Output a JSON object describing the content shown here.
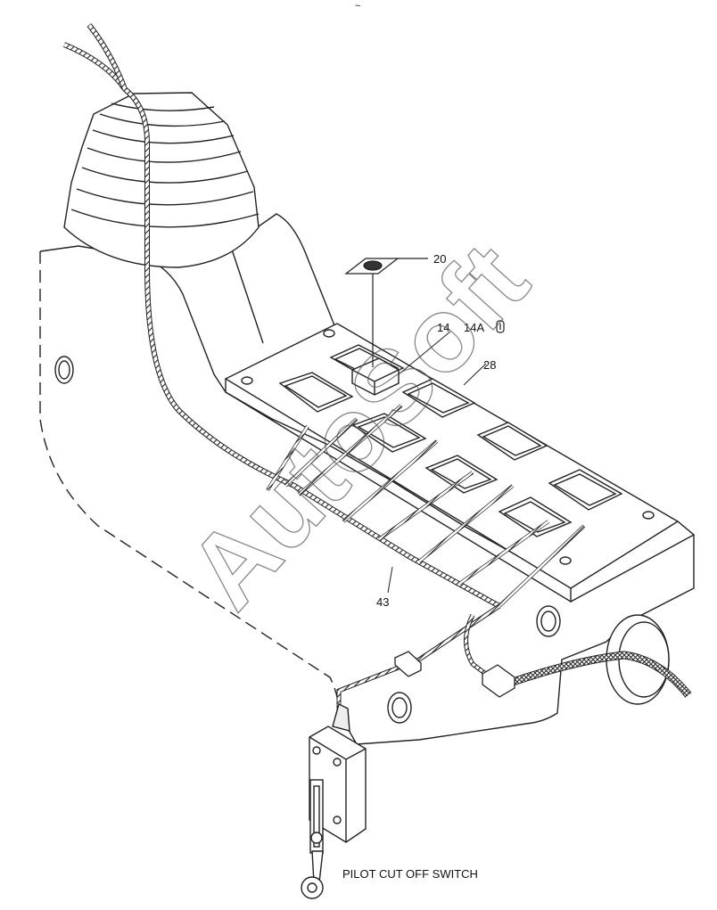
{
  "top_mark": "~",
  "callouts": {
    "part_20": "20",
    "part_14": "14",
    "part_14a": "14A",
    "part_28": "28",
    "part_43": "43"
  },
  "caption": "PILOT CUT OFF SWITCH",
  "watermark": "AutoSoft"
}
